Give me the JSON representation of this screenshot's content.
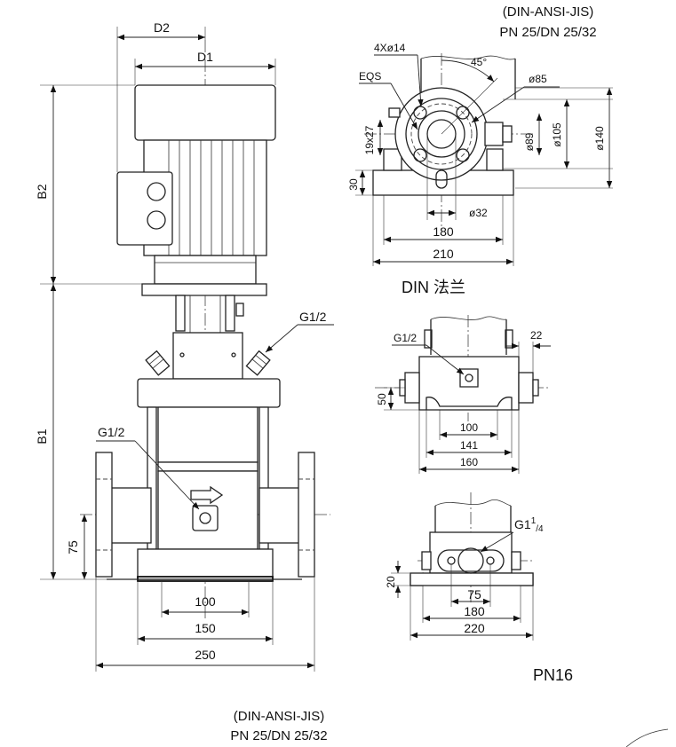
{
  "main_view": {
    "dim_d2": "D2",
    "dim_d1": "D1",
    "dim_b2": "B2",
    "dim_b1": "B1",
    "label_g12_upper": "G1/2",
    "label_g12_lower": "G1/2",
    "dim_75": "75",
    "dim_100": "100",
    "dim_150": "150",
    "dim_250": "250"
  },
  "din_flange": {
    "standard_line1": "(DIN-ANSI-JIS)",
    "standard_line2": "PN 25/DN 25/32",
    "label_holes": "4Xø14",
    "label_angle": "45°",
    "label_eqs": "EQS",
    "dim_phi85": "ø85",
    "dim_19x27": "19x27",
    "dim_phi89": "ø89",
    "dim_phi105": "ø105",
    "dim_phi140": "ø140",
    "dim_30": "30",
    "dim_phi32": "ø32",
    "dim_180": "180",
    "dim_210": "210",
    "title": "DIN  法兰"
  },
  "base_view": {
    "label_g12": "G1/2",
    "dim_22": "22",
    "dim_50": "50",
    "dim_100": "100",
    "dim_141": "141",
    "dim_160": "160"
  },
  "pn16_view": {
    "label_g114": "G1",
    "label_g114_sup": "1",
    "label_g114_sub": "/4",
    "dim_20": "20",
    "dim_75": "75",
    "dim_180": "180",
    "dim_220": "220",
    "title": "PN16"
  },
  "footer": {
    "standard_line1": "(DIN-ANSI-JIS)",
    "standard_line2": "PN 25/DN 25/32"
  }
}
